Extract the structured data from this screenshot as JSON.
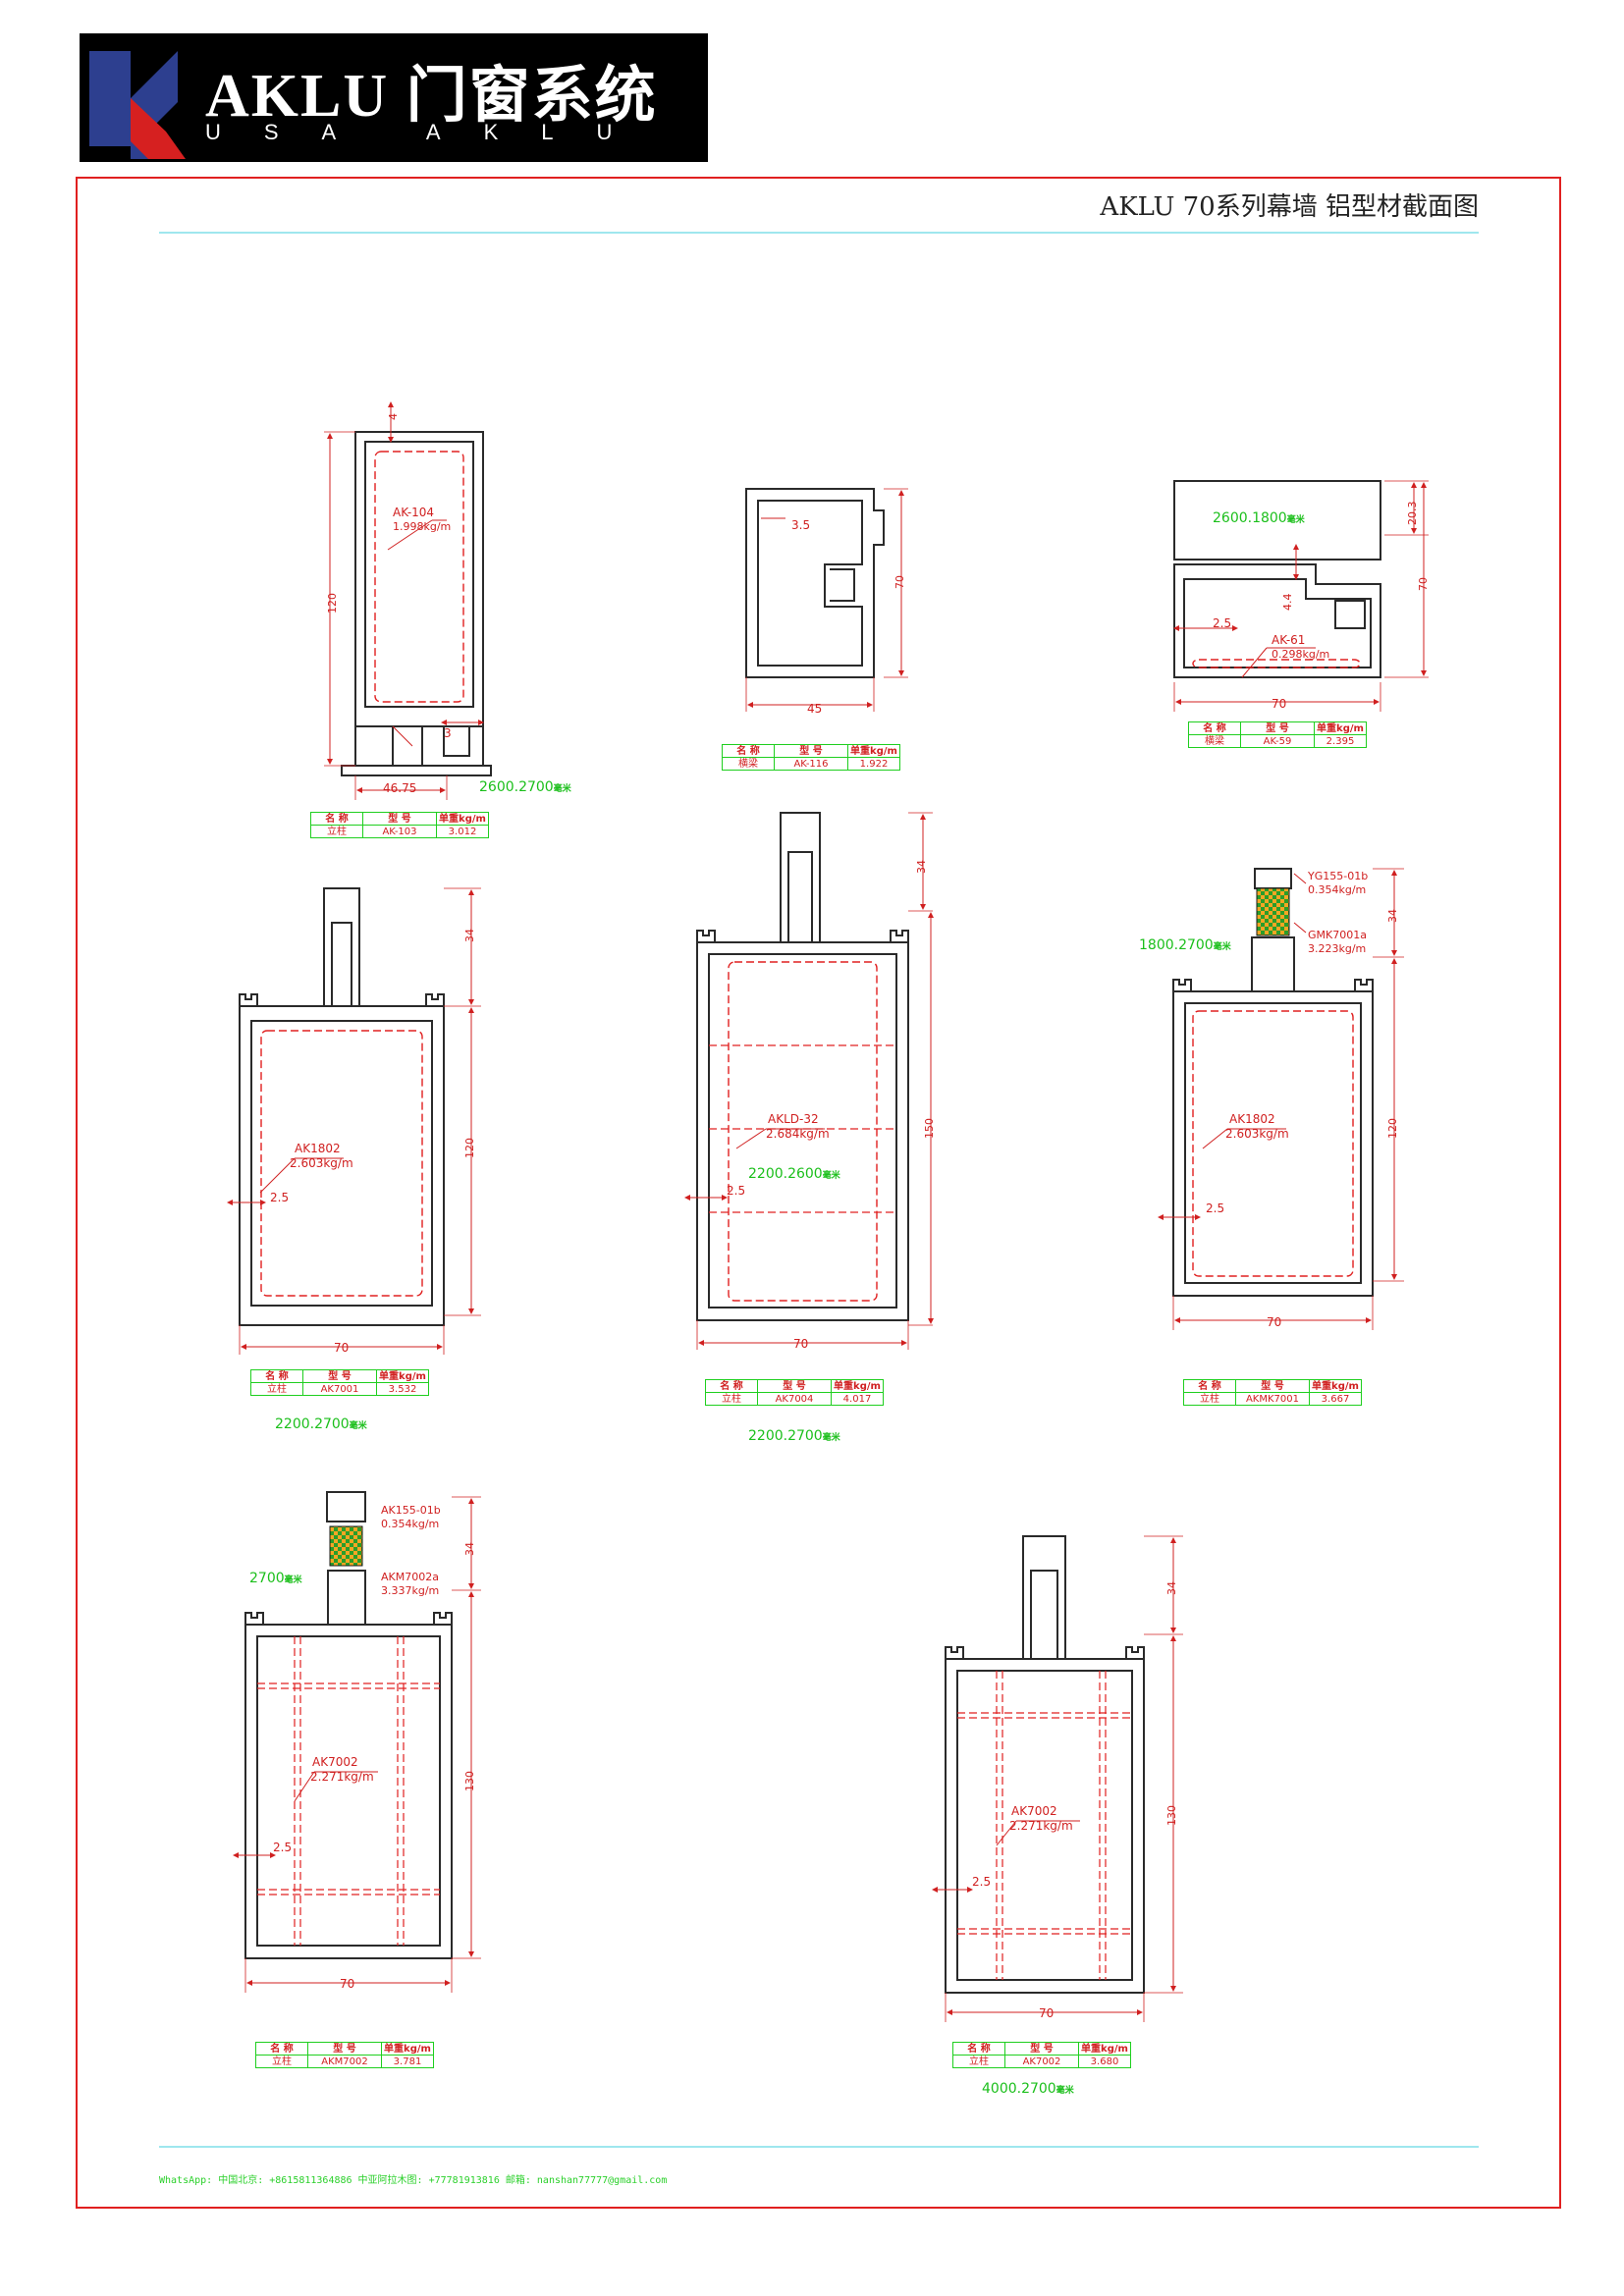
{
  "header": {
    "brand": "AKLU 门窗系统",
    "sub": "USA AKLU",
    "title": "AKLU 70系列幕墙 铝型材截面图"
  },
  "colors": {
    "profile": "#2a2a2a",
    "dashed": "#e02020",
    "dim": "#d02020",
    "green": "#1bbf1b",
    "frame": "#e02020",
    "rule": "#9fe7ee"
  },
  "icons": [
    "aklu-k-logo-icon"
  ],
  "table_headers": [
    "名 称",
    "型 号",
    "单重kg/m"
  ],
  "profiles": [
    {
      "name": "立柱",
      "model": "AK-103",
      "weight": "3.012",
      "label": "AK-104",
      "label_weight": "1.998kg/m",
      "length_label": "2600.2700",
      "dims": [
        "4",
        "120",
        "3",
        "46.75"
      ]
    },
    {
      "name": "横梁",
      "model": "AK-116",
      "weight": "1.922",
      "dims": [
        "3.5",
        "70",
        "45"
      ]
    },
    {
      "name": "横梁",
      "model": "AK-59",
      "weight": "2.395",
      "label": "AK-61",
      "label_weight": "0.298kg/m",
      "length_label": "2600.1800",
      "dims": [
        "20.3",
        "70",
        "4.4",
        "2.5",
        "70"
      ]
    },
    {
      "name": "立柱",
      "model": "AK7001",
      "weight": "3.532",
      "label": "AK1802",
      "label_weight": "2.603kg/m",
      "length_label": "2200.2700",
      "dims": [
        "34",
        "120",
        "2.5",
        "70"
      ]
    },
    {
      "name": "立柱",
      "model": "AK7004",
      "weight": "4.017",
      "label": "AKLD-32",
      "label_weight": "2.684kg/m",
      "length_label": "2200.2700",
      "inner_length_label": "2200.2600",
      "dims": [
        "34",
        "150",
        "2.5",
        "70"
      ]
    },
    {
      "name": "立柱",
      "model": "AKMK7001",
      "weight": "3.667",
      "label": "AK1802",
      "label_weight": "2.603kg/m",
      "length_label": "1800.2700",
      "top_label": "YG155-01b",
      "top_weight": "0.354kg/m",
      "mid_label": "GMK7001a",
      "mid_weight": "3.223kg/m",
      "dims": [
        "34",
        "120",
        "2.5",
        "70"
      ]
    },
    {
      "name": "立柱",
      "model": "AKM7002",
      "weight": "3.781",
      "label": "AK7002",
      "label_weight": "2.271kg/m",
      "length_label": "2700",
      "top_label": "AK155-01b",
      "top_weight": "0.354kg/m",
      "mid_label": "AKM7002a",
      "mid_weight": "3.337kg/m",
      "dims": [
        "34",
        "130",
        "2.5",
        "70"
      ]
    },
    {
      "name": "立柱",
      "model": "AK7002",
      "weight": "3.680",
      "label": "AK7002",
      "label_weight": "2.271kg/m",
      "length_label": "4000.2700",
      "dims": [
        "34",
        "130",
        "2.5",
        "70"
      ]
    }
  ],
  "suffix": "毫米",
  "footer": "WhatsApp: 中国北京: +8615811364886  中亚阿拉木图: +77781913816 邮箱: nanshan77777@gmail.com"
}
